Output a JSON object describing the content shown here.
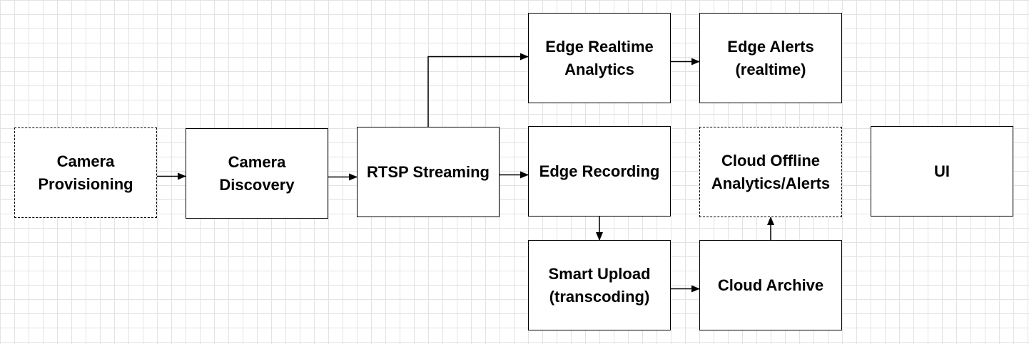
{
  "nodes": [
    {
      "id": "camera-provisioning",
      "label": "Camera\nProvisioning",
      "dashed": true
    },
    {
      "id": "camera-discovery",
      "label": "Camera\nDiscovery",
      "dashed": false
    },
    {
      "id": "rtsp-streaming",
      "label": "RTSP Streaming",
      "dashed": false
    },
    {
      "id": "edge-realtime-analytics",
      "label": "Edge Realtime\nAnalytics",
      "dashed": false
    },
    {
      "id": "edge-alerts",
      "label": "Edge Alerts\n(realtime)",
      "dashed": false
    },
    {
      "id": "edge-recording",
      "label": "Edge Recording",
      "dashed": false
    },
    {
      "id": "cloud-offline-analytics",
      "label": "Cloud Offline\nAnalytics/Alerts",
      "dashed": true
    },
    {
      "id": "ui",
      "label": "UI",
      "dashed": false
    },
    {
      "id": "smart-upload",
      "label": "Smart Upload\n(transcoding)",
      "dashed": false
    },
    {
      "id": "cloud-archive",
      "label": "Cloud Archive",
      "dashed": false
    }
  ],
  "edges": [
    {
      "from": "camera-provisioning",
      "to": "camera-discovery"
    },
    {
      "from": "camera-discovery",
      "to": "rtsp-streaming"
    },
    {
      "from": "rtsp-streaming",
      "to": "edge-realtime-analytics"
    },
    {
      "from": "rtsp-streaming",
      "to": "edge-recording"
    },
    {
      "from": "edge-realtime-analytics",
      "to": "edge-alerts"
    },
    {
      "from": "edge-recording",
      "to": "smart-upload"
    },
    {
      "from": "smart-upload",
      "to": "cloud-archive"
    },
    {
      "from": "cloud-archive",
      "to": "cloud-offline-analytics"
    }
  ],
  "colors": {
    "stroke": "#000000",
    "fill": "#ffffff",
    "grid": "#e3e3e3"
  }
}
